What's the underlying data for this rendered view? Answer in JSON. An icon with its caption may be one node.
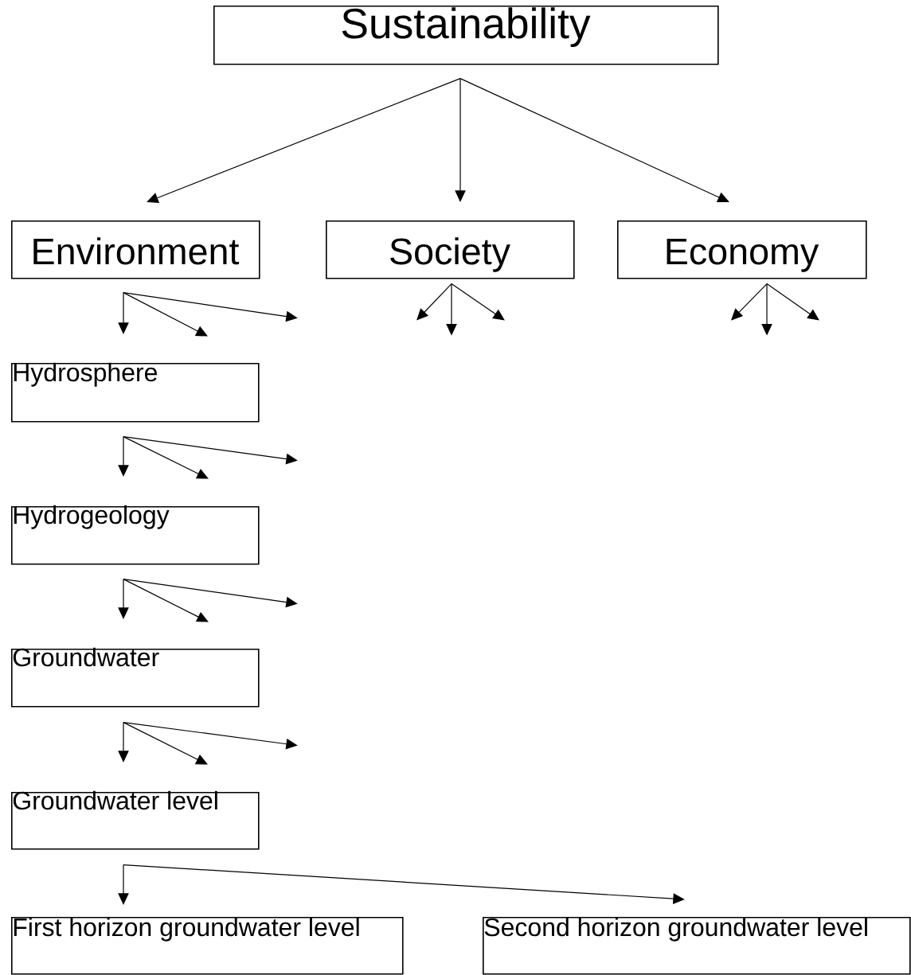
{
  "diagram": {
    "nodes": [
      {
        "text": [
          "Sustainability"
        ]
      },
      {
        "text": [
          "Environment"
        ]
      },
      {
        "text": [
          "Society"
        ]
      },
      {
        "text": [
          "Economy"
        ]
      },
      {
        "text": [
          "Hydrosphere"
        ]
      },
      {
        "text": [
          "Hydrogeology"
        ]
      },
      {
        "text": [
          "Groundwater"
        ]
      },
      {
        "text": [
          "Groundwater level"
        ]
      },
      {
        "text": [
          "First horizon groundwater level"
        ]
      },
      {
        "text": [
          "Second horizon groundwater level"
        ]
      }
    ],
    "edges": [
      {
        "from": 0,
        "to": 1,
        "arrow": "to"
      },
      {
        "from": 0,
        "to": 2,
        "arrow": "to"
      },
      {
        "from": 0,
        "to": 3,
        "arrow": "to"
      },
      {
        "from": 1,
        "to": 4,
        "arrow": "to"
      },
      {
        "from": 1,
        "to": null,
        "arrow": "to"
      },
      {
        "from": 1,
        "to": null,
        "arrow": "to"
      },
      {
        "from": 2,
        "to": null,
        "arrow": "to"
      },
      {
        "from": 2,
        "to": null,
        "arrow": "to"
      },
      {
        "from": 2,
        "to": null,
        "arrow": "to"
      },
      {
        "from": 3,
        "to": null,
        "arrow": "to"
      },
      {
        "from": 3,
        "to": null,
        "arrow": "to"
      },
      {
        "from": 3,
        "to": null,
        "arrow": "to"
      },
      {
        "from": 4,
        "to": 5,
        "arrow": "to"
      },
      {
        "from": 4,
        "to": null,
        "arrow": "to"
      },
      {
        "from": 4,
        "to": null,
        "arrow": "to"
      },
      {
        "from": 5,
        "to": 6,
        "arrow": "to"
      },
      {
        "from": 5,
        "to": null,
        "arrow": "to"
      },
      {
        "from": 5,
        "to": null,
        "arrow": "to"
      },
      {
        "from": 6,
        "to": 7,
        "arrow": "to"
      },
      {
        "from": 6,
        "to": null,
        "arrow": "to"
      },
      {
        "from": 6,
        "to": null,
        "arrow": "to"
      },
      {
        "from": 7,
        "to": 8,
        "arrow": "to"
      },
      {
        "from": 7,
        "to": 9,
        "arrow": "to"
      }
    ]
  }
}
